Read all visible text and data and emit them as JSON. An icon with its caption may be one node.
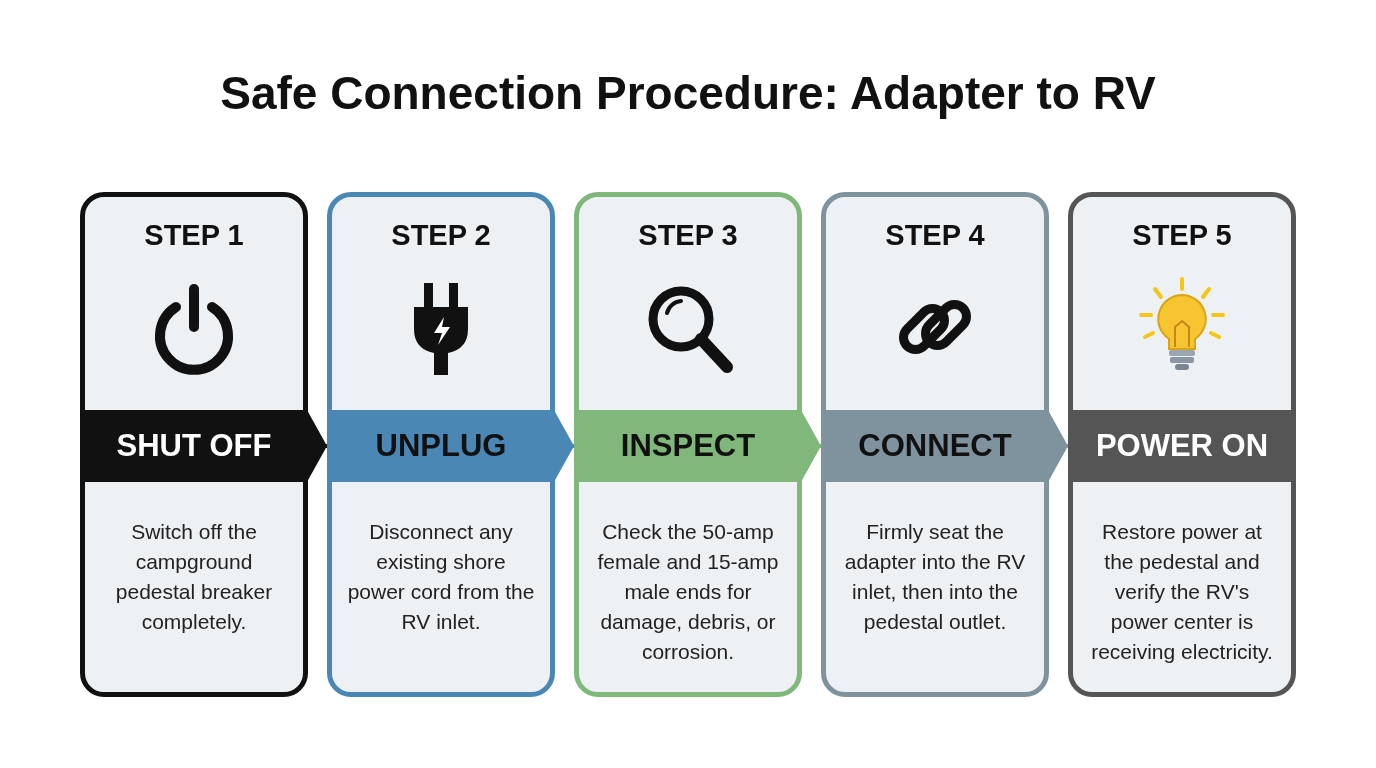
{
  "diagram": {
    "title": "Safe Connection Procedure: Adapter to RV",
    "nodes": [
      {
        "text": [
          "STEP 1",
          "SHUT OFF",
          "Switch off the campground pedestal breaker completely."
        ]
      },
      {
        "text": [
          "STEP 2",
          "UNPLUG",
          "Disconnect any existing shore power cord from the RV inlet."
        ]
      },
      {
        "text": [
          "STEP 3",
          "INSPECT",
          "Check the 50-amp female and 15-amp male ends for damage, debris, or corrosion."
        ]
      },
      {
        "text": [
          "STEP 4",
          "CONNECT",
          "Firmly seat the adapter into the RV inlet, then into the pedestal outlet."
        ]
      },
      {
        "text": [
          "STEP 5",
          "POWER ON",
          "Restore power at the pedestal and verify the RV's power center is receiving electricity."
        ]
      }
    ],
    "edges": [
      {
        "from": 0,
        "to": 1,
        "arrow": "to",
        "color": "#111111"
      },
      {
        "from": 1,
        "to": 2,
        "arrow": "to",
        "color": "#4a87b5"
      },
      {
        "from": 2,
        "to": 3,
        "arrow": "to",
        "color": "#7fb87a"
      },
      {
        "from": 3,
        "to": 4,
        "arrow": "to",
        "color": "#7f939f"
      }
    ]
  }
}
